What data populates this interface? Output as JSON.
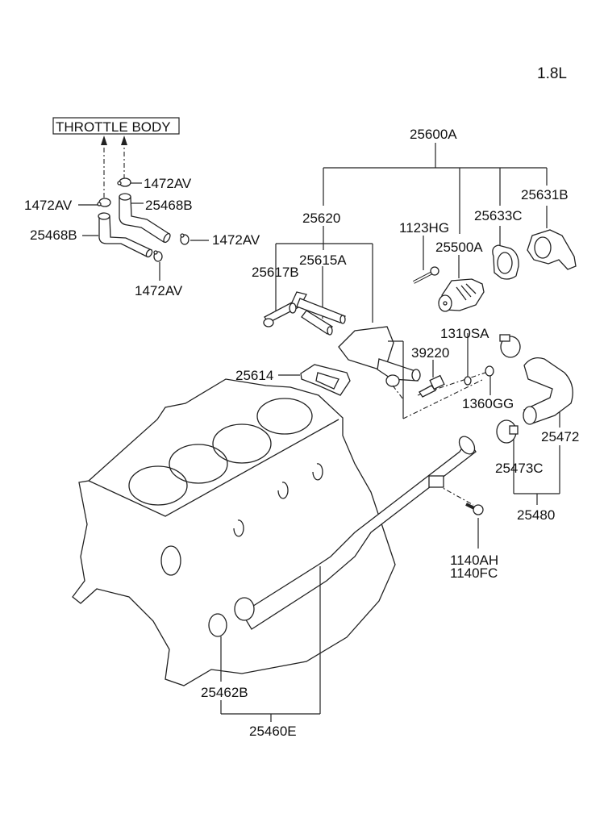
{
  "diagram": {
    "engine_label": "1.8L",
    "reference_box": "THROTTLE BODY",
    "labels": {
      "l1472av_top": "1472AV",
      "l1472av_left": "1472AV",
      "l25468b_right": "25468B",
      "l25468b_left": "25468B",
      "l1472av_right": "1472AV",
      "l1472av_bottom": "1472AV",
      "l25600a": "25600A",
      "l25620": "25620",
      "l1123hg": "1123HG",
      "l25633c": "25633C",
      "l25631b": "25631B",
      "l25500a": "25500A",
      "l25615a": "25615A",
      "l25617b": "25617B",
      "l1310sa": "1310SA",
      "l39220": "39220",
      "l25614": "25614",
      "l1360gg": "1360GG",
      "l25472": "25472",
      "l25473c": "25473C",
      "l25480": "25480",
      "l1140ah": "1140AH",
      "l1140fc": "1140FC",
      "l25462b": "25462B",
      "l25460e": "25460E"
    }
  }
}
